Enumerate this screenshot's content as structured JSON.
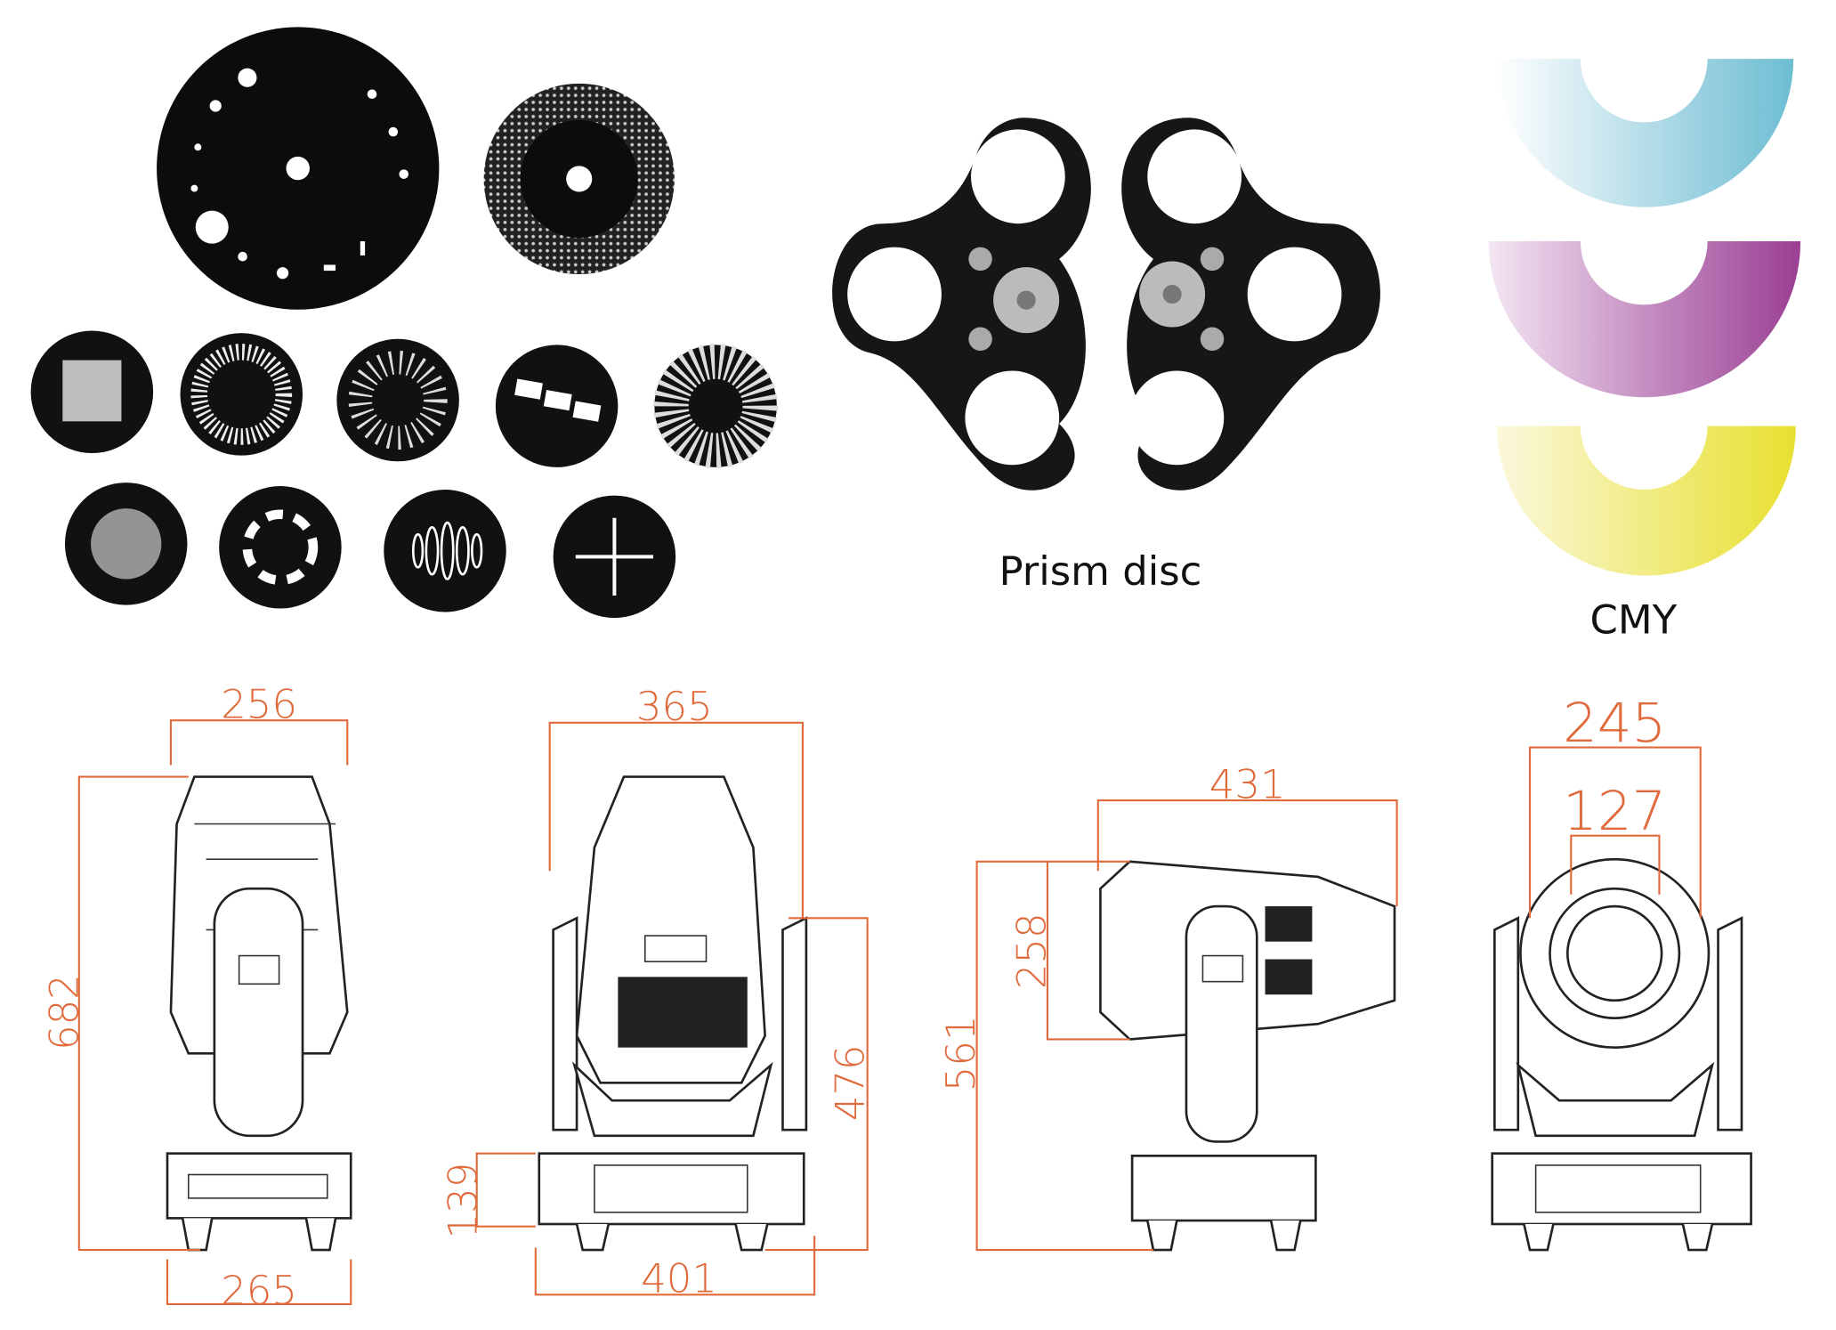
{
  "labels": {
    "prism": "Prism disc",
    "cmy": "CMY"
  },
  "colors": {
    "dimension": "#e06a3c",
    "cyan": "#7cc3d6",
    "magenta": "#a4489c",
    "yellow": "#ece53a"
  },
  "dimensions": {
    "side_view": {
      "width_top": "256",
      "width_base": "265",
      "height": "682"
    },
    "front_view": {
      "width_top": "365",
      "height_head": "476",
      "base_height": "139",
      "width_base": "401"
    },
    "tilted_view": {
      "head_length": "431",
      "head_height": "258",
      "height": "561"
    },
    "lens_view": {
      "width": "245",
      "lens": "127"
    }
  }
}
